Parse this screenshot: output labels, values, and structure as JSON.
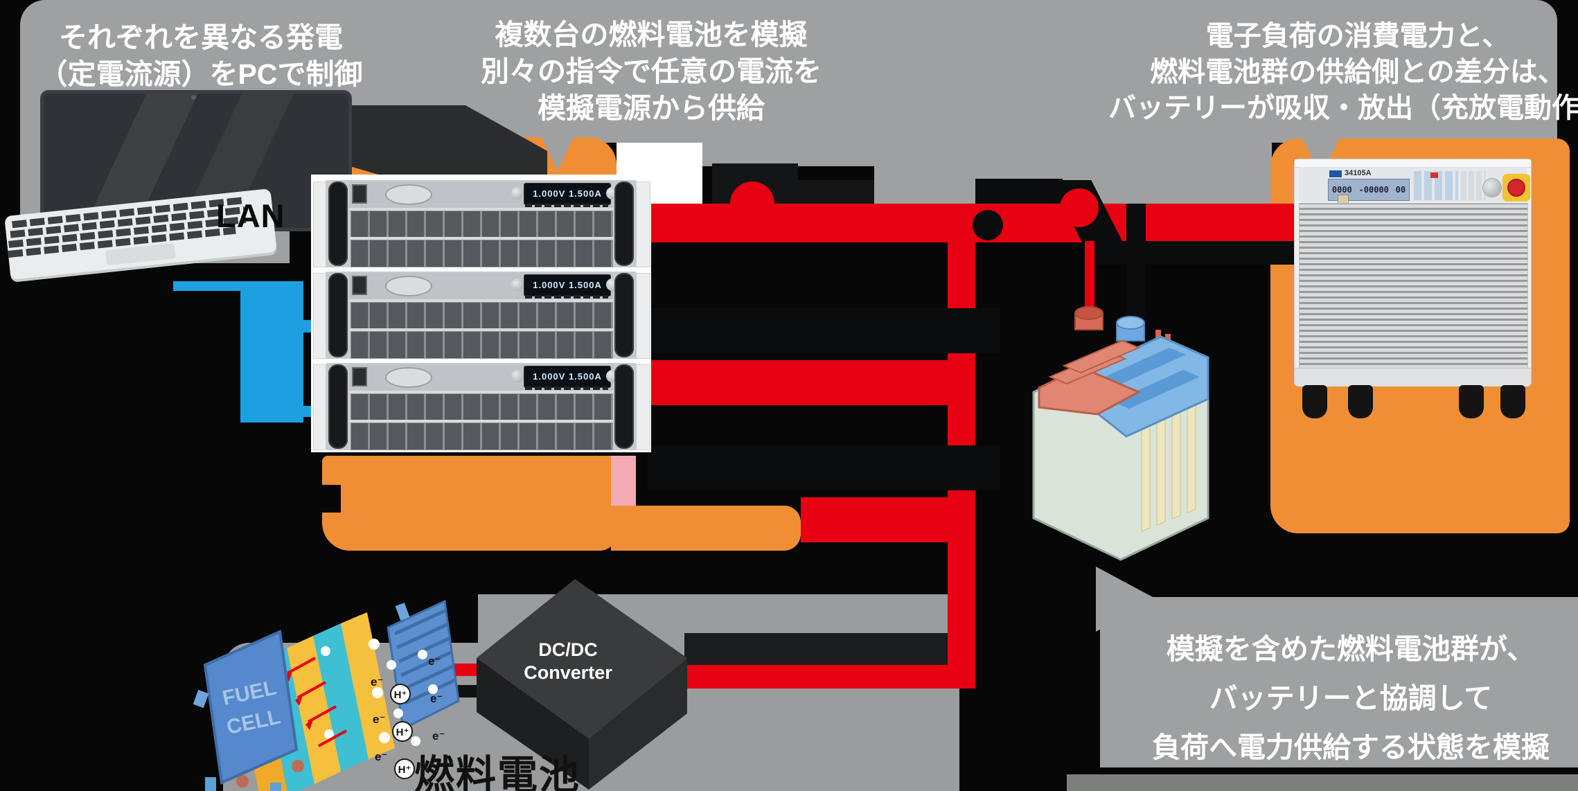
{
  "callouts": {
    "pc": {
      "line1": "それぞれを異なる発電",
      "line2": "（定電流源）をPCで制御"
    },
    "psu": {
      "line1": "複数台の燃料電池を模擬",
      "line2": "別々の指令で任意の電流を",
      "line3": "模擬電源から供給"
    },
    "load": {
      "line1": "電子負荷の消費電力と、",
      "line2": "燃料電池群の供給側との差分は、",
      "line3": "バッテリーが吸収・放出（充放電動作）"
    },
    "coordination": {
      "line1": "模擬を含めた燃料電池群が、",
      "line2": "バッテリーと協調して",
      "line3": "負荷へ電力供給する状態を模擬"
    }
  },
  "labels": {
    "lan": "LAN",
    "fuel_cell_caption": "燃料電池",
    "dcdc_line1": "DC/DC",
    "dcdc_line2": "Converter",
    "fuel_plate_line1": "FUEL",
    "fuel_plate_line2": "CELL",
    "h_ion": "H⁺",
    "electron": "e⁻"
  },
  "devices": {
    "psu_lcd_text": "1.000V  1.500A",
    "load_model": "34105A",
    "load_lcd_left": "0000",
    "load_lcd_mid": "-00000",
    "load_lcd_right": "00"
  },
  "colors": {
    "background": "#070708",
    "panel_gray": "#9FA0A2",
    "callout_orange": "#EF8E35",
    "wire_red": "#E60012",
    "lan_blue": "#1E9FE2",
    "arrow_charcoal": "#2B2C2E",
    "pink_patch": "#F3AAB5",
    "floor_gray": "#7E807E"
  }
}
